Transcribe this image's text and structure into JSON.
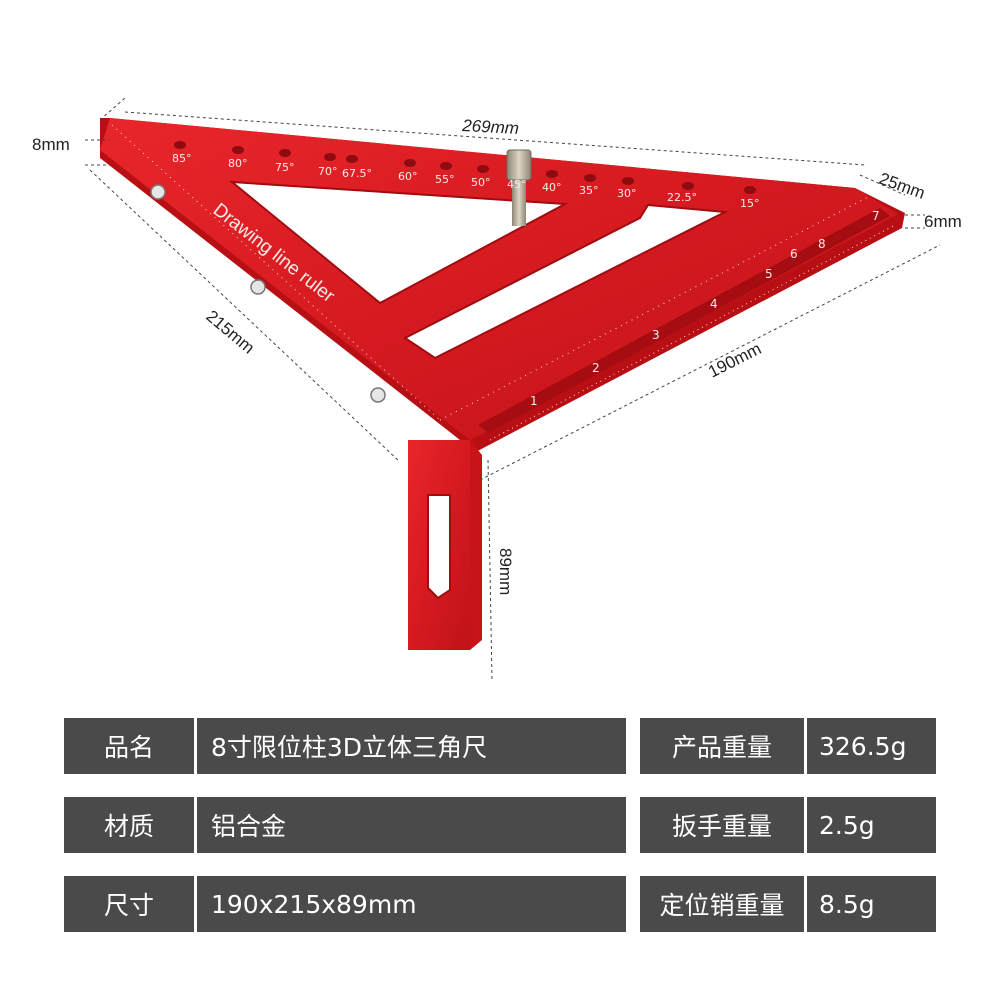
{
  "dimensions": {
    "top_length": "269mm",
    "thickness": "8mm",
    "tip_width": "25mm",
    "tip_thickness": "6mm",
    "left_length": "215mm",
    "ruler_length": "190mm",
    "fence_length": "89mm"
  },
  "ruler": {
    "engraving": "Drawing line ruler",
    "angle_marks": [
      "85°",
      "80°",
      "75°",
      "70°",
      "67.5°",
      "60°",
      "55°",
      "50°",
      "45°",
      "40°",
      "35°",
      "30°",
      "22.5°",
      "15°"
    ],
    "inch_marks": [
      "1",
      "2",
      "3",
      "4",
      "5",
      "6",
      "7",
      "8"
    ]
  },
  "colors": {
    "product_red": "#d9161c",
    "table_bg": "#4a4a4a",
    "table_text": "#ffffff"
  },
  "specs": [
    {
      "label": "品名",
      "value": "8寸限位柱3D立体三角尺",
      "label2": "产品重量",
      "value2": "326.5g"
    },
    {
      "label": "材质",
      "value": "铝合金",
      "label2": "扳手重量",
      "value2": "2.5g"
    },
    {
      "label": "尺寸",
      "value": "190x215x89mm",
      "label2": "定位销重量",
      "value2": "8.5g"
    }
  ]
}
